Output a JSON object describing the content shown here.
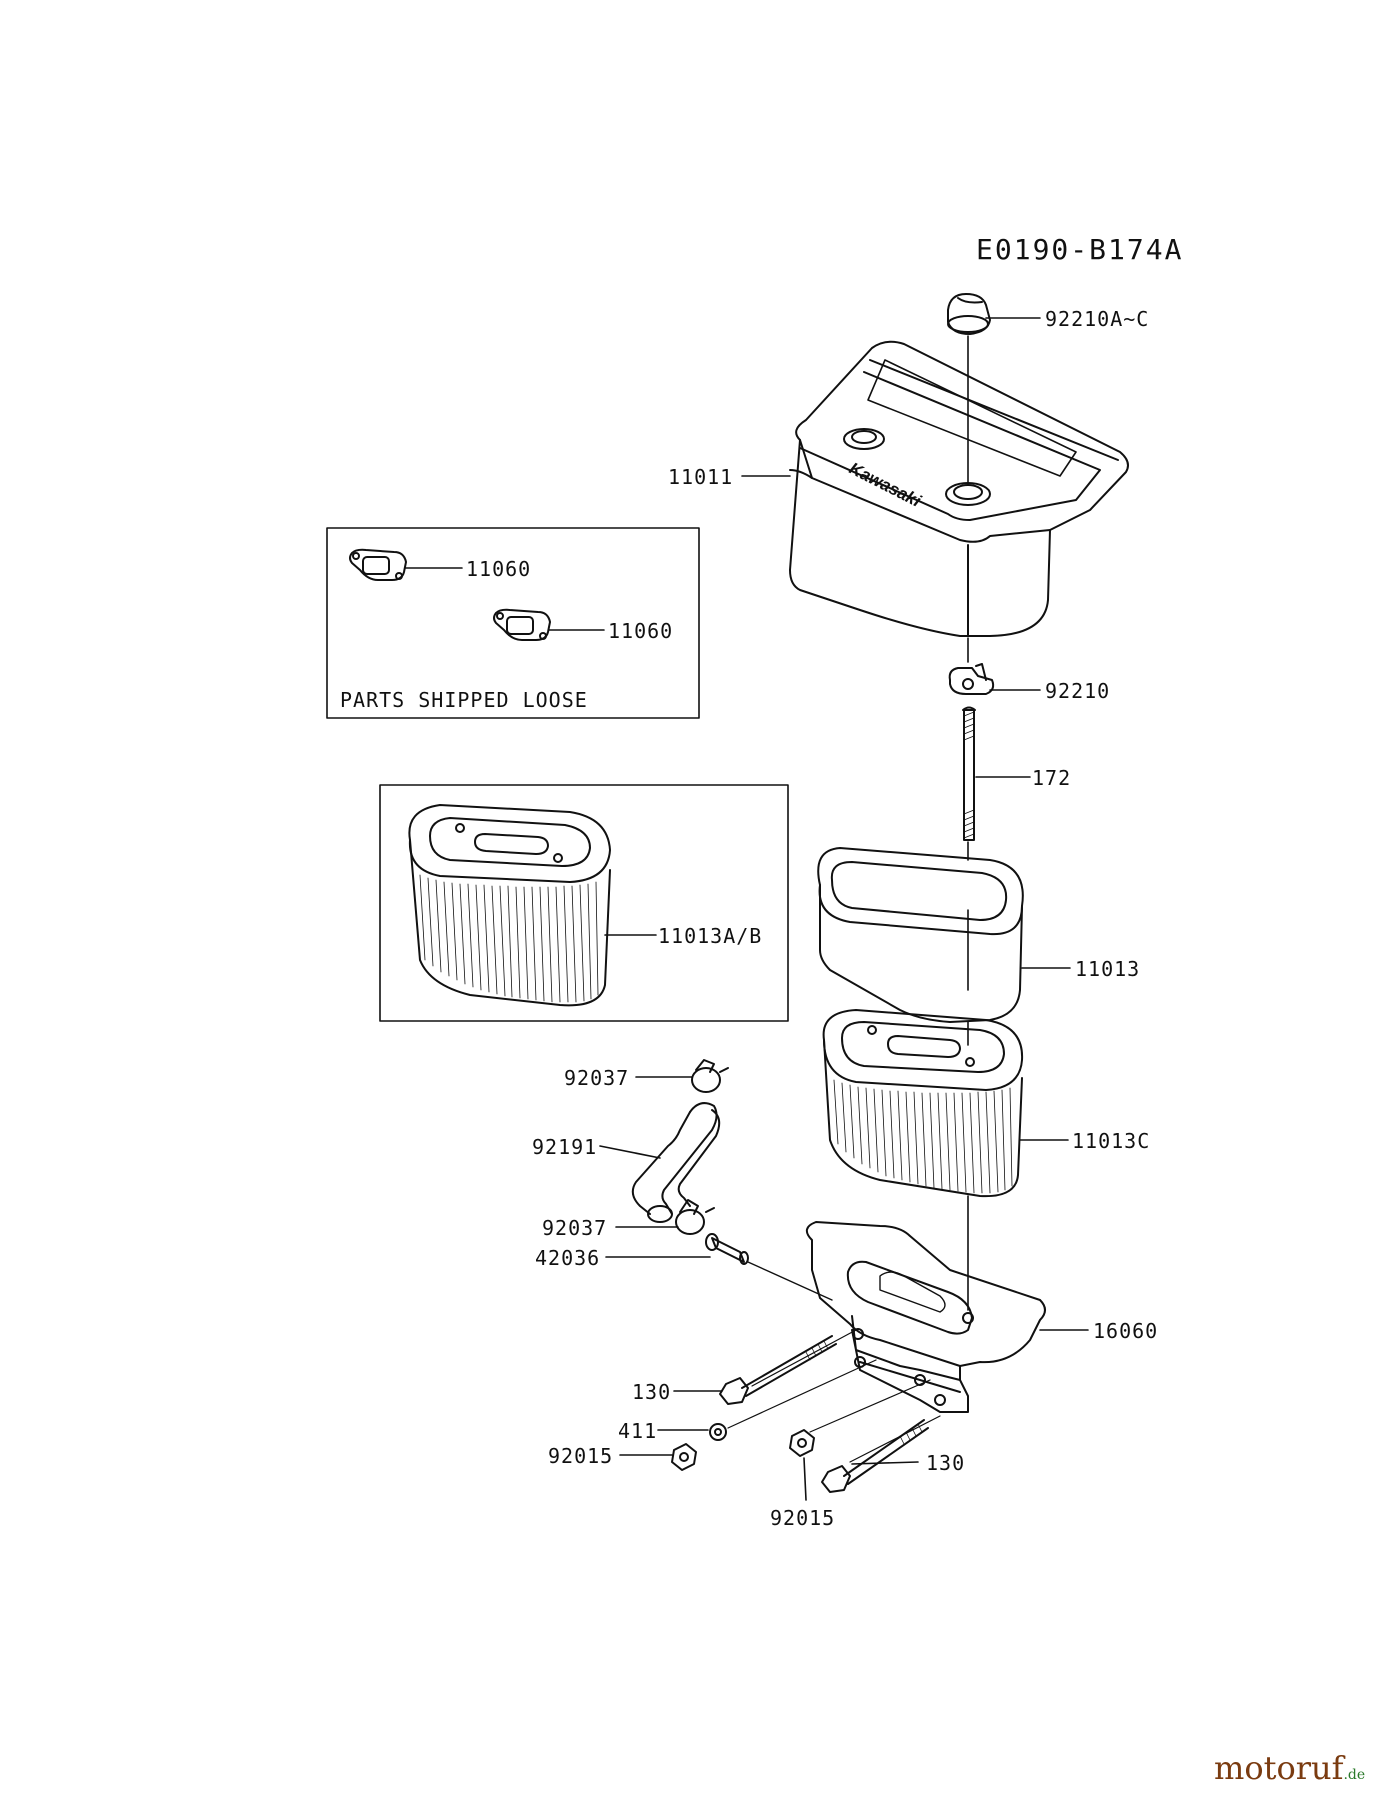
{
  "diagram_code": "E0190-B174A",
  "box_note": "PARTS SHIPPED LOOSE",
  "brand_on_cover": "Kawasaki",
  "parts": {
    "p92210ac": "92210A~C",
    "p11011": "11011",
    "p11060a": "11060",
    "p11060b": "11060",
    "p92210": "92210",
    "p172": "172",
    "p11013ab": "11013A/B",
    "p11013": "11013",
    "p92037a": "92037",
    "p92191": "92191",
    "p11013c": "11013C",
    "p92037b": "92037",
    "p42036": "42036",
    "p16060": "16060",
    "p130a": "130",
    "p411": "411",
    "p92015a": "92015",
    "p130b": "130",
    "p92015b": "92015"
  },
  "watermark": {
    "main": "motoruf",
    "suffix": ".de",
    "color_main": "#7a3b10",
    "color_dot": "#2a7a2a"
  }
}
